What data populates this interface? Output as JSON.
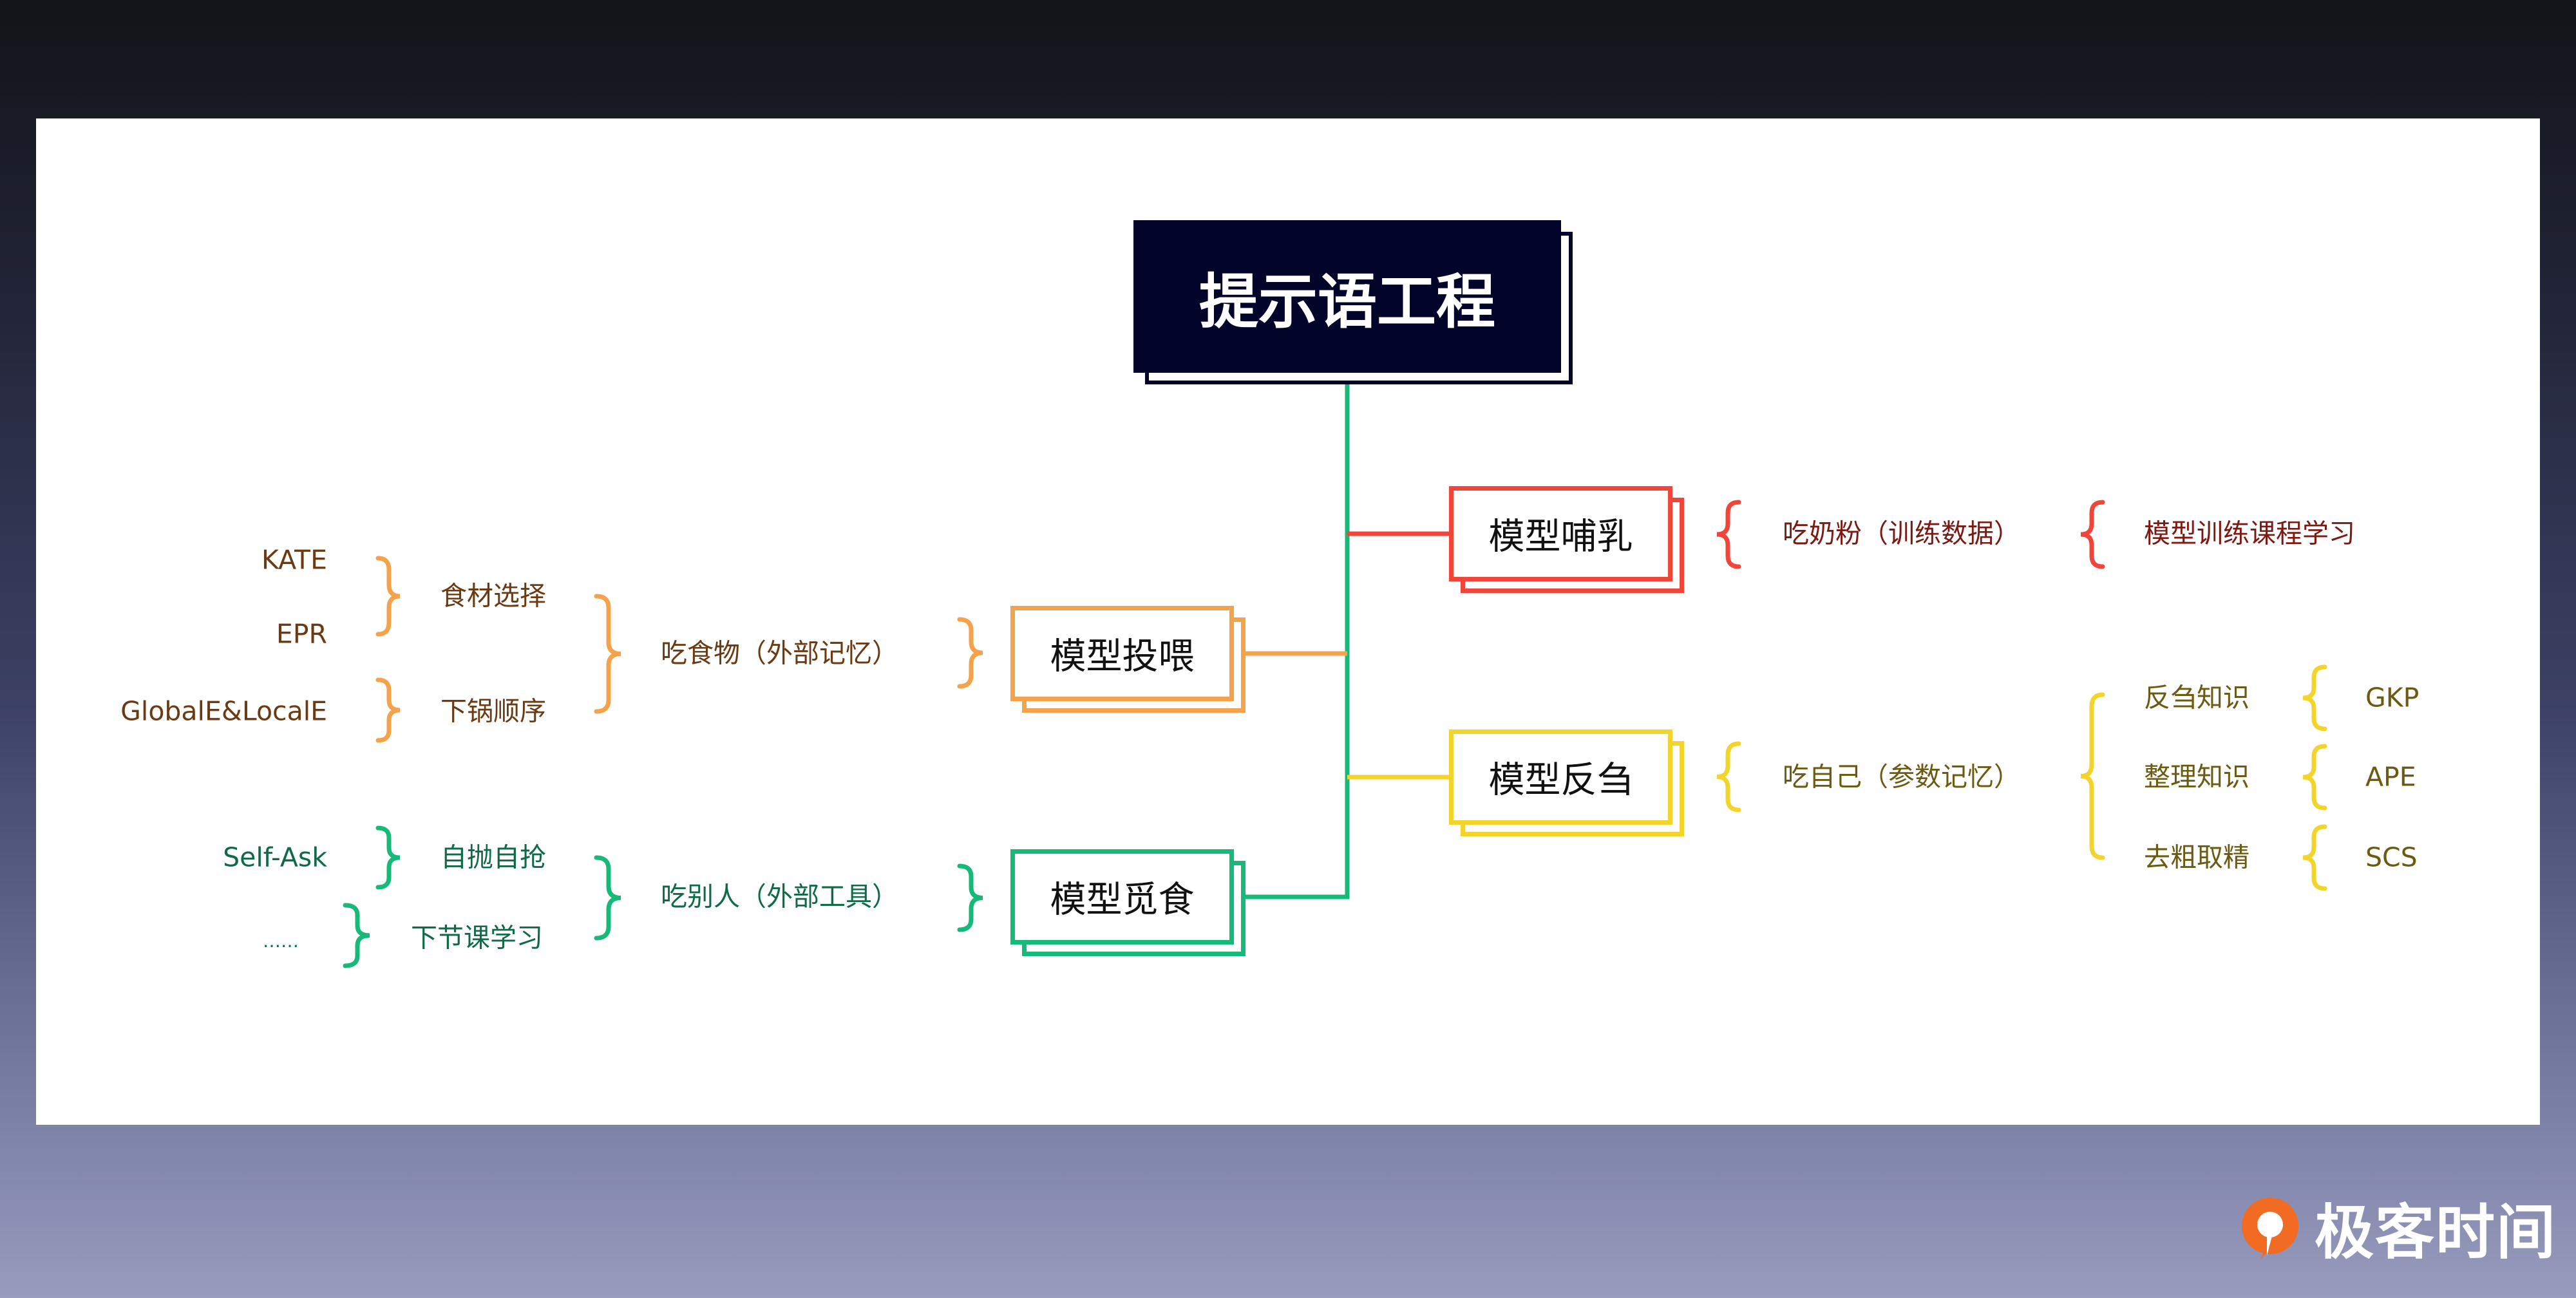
{
  "title": "提示语工程",
  "colors": {
    "title_bg": "#03042a",
    "trunk": "#16b978",
    "red": "#f0453a",
    "red_text": "#7a1a12",
    "yellow": "#f2d42c",
    "yellow_text": "#6b5a12",
    "orange": "#f5a24c",
    "orange_text": "#6b3a12",
    "green": "#16b978",
    "green_text": "#0e6b45",
    "logo": "#f26b22"
  },
  "branches": {
    "nursing": {
      "label": "模型哺乳",
      "eat": "吃奶粉（训练数据）",
      "detail": "模型训练课程学习"
    },
    "rumination": {
      "label": "模型反刍",
      "eat": "吃自己（参数记忆）",
      "methods": [
        {
          "name": "反刍知识",
          "technique": "GKP"
        },
        {
          "name": "整理知识",
          "technique": "APE"
        },
        {
          "name": "去粗取精",
          "technique": "SCS"
        }
      ]
    },
    "feeding": {
      "label": "模型投喂",
      "eat": "吃食物（外部记忆）",
      "groups": [
        {
          "name": "食材选择",
          "techniques": [
            "KATE",
            "EPR"
          ]
        },
        {
          "name": "下锅顺序",
          "techniques": [
            "GlobalE&LocalE"
          ]
        }
      ]
    },
    "foraging": {
      "label": "模型觅食",
      "eat": "吃别人（外部工具）",
      "groups": [
        {
          "name": "自抛自抢",
          "techniques": [
            "Self-Ask"
          ]
        },
        {
          "name": "下节课学习",
          "techniques": [
            "……"
          ]
        }
      ]
    }
  },
  "logo": {
    "text": "极客时间"
  }
}
